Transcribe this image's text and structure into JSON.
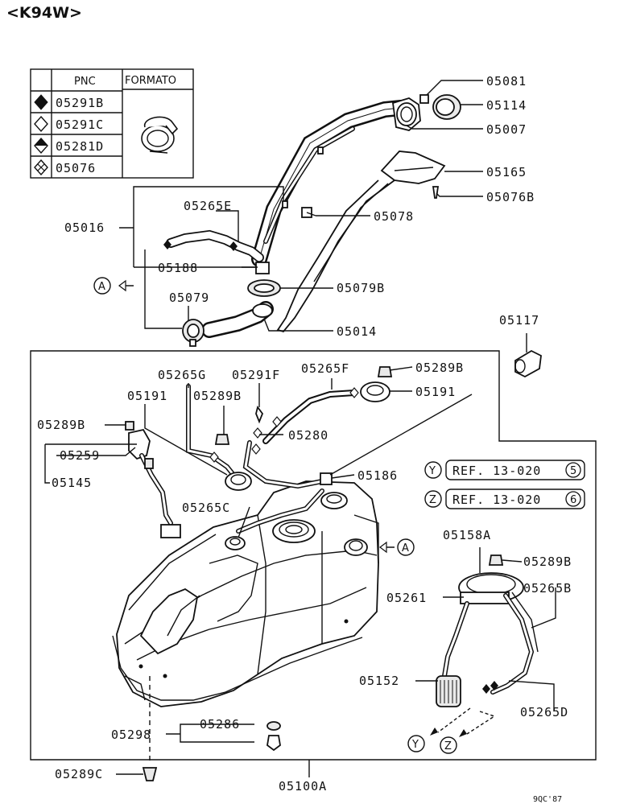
{
  "header": {
    "model_code": "<K94W>"
  },
  "legend_table": {
    "col_pnc": "PNC",
    "col_format": "FORMATO",
    "rows": [
      {
        "symbol": "filled-diamond-icon",
        "pnc": "05291B"
      },
      {
        "symbol": "outline-diamond-icon",
        "pnc": "05291C"
      },
      {
        "symbol": "half-filled-diamond-icon",
        "pnc": "05281D"
      },
      {
        "symbol": "crossed-diamond-icon",
        "pnc": "05076"
      }
    ]
  },
  "callouts": {
    "p05081": "05081",
    "p05114": "05114",
    "p05007": "05007",
    "p05165": "05165",
    "p05076B": "05076B",
    "p05078": "05078",
    "p05265E": "05265E",
    "p05016": "05016",
    "p05188": "05188",
    "p05079B": "05079B",
    "p05079": "05079",
    "p05014": "05014",
    "p05117": "05117",
    "p05265G": "05265G",
    "p05291F": "05291F",
    "p05265F": "05265F",
    "p05289B_top": "05289B",
    "p05191_left": "05191",
    "p05289B_mid": "05289B",
    "p05191_right": "05191",
    "p05289B_left": "05289B",
    "p05280": "05280",
    "p05259": "05259",
    "p05145": "05145",
    "p05186": "05186",
    "p05265C": "05265C",
    "p05158A": "05158A",
    "p05289B_right": "05289B",
    "p05261": "05261",
    "p05265B": "05265B",
    "p05152": "05152",
    "p05265D": "05265D",
    "p05298": "05298",
    "p05286": "05286",
    "p05289C": "05289C",
    "p05100A": "05100A"
  },
  "references": {
    "ref_y": {
      "marker": "Y",
      "text": "REF. 13-020",
      "num": "5"
    },
    "ref_z": {
      "marker": "Z",
      "text": "REF. 13-020",
      "num": "6"
    }
  },
  "markers": {
    "a": "A",
    "y": "Y",
    "z": "Z"
  },
  "footer": {
    "code": "9QC'87"
  }
}
